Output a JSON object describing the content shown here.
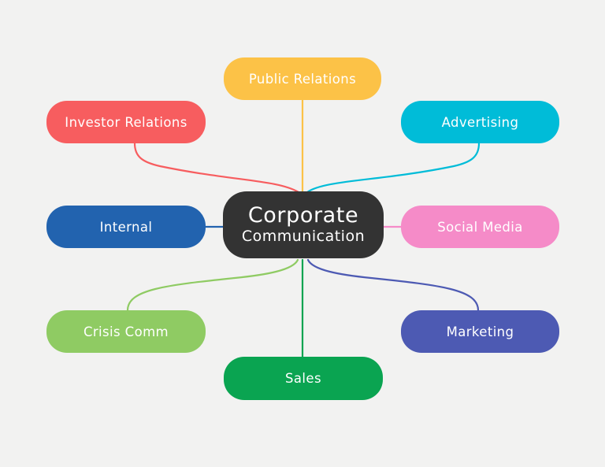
{
  "background_color": "#f2f2f1",
  "center": {
    "line1": "Corporate",
    "line2": "Communication",
    "color": "#333333",
    "text_color": "#ffffff"
  },
  "nodes": [
    {
      "id": "public-relations",
      "label": "Public Relations",
      "color": "#fcc247",
      "position": "top-center"
    },
    {
      "id": "investor-relations",
      "label": "Investor Relations",
      "color": "#f75d5f",
      "position": "top-left"
    },
    {
      "id": "advertising",
      "label": "Advertising",
      "color": "#00bcd8",
      "position": "top-right"
    },
    {
      "id": "internal",
      "label": "Internal",
      "color": "#2263af",
      "position": "middle-left"
    },
    {
      "id": "social-media",
      "label": "Social Media",
      "color": "#f58bc8",
      "position": "middle-right"
    },
    {
      "id": "crisis-comm",
      "label": "Crisis Comm",
      "color": "#8fcb63",
      "position": "bottom-left"
    },
    {
      "id": "marketing",
      "label": "Marketing",
      "color": "#4d5ab3",
      "position": "bottom-right"
    },
    {
      "id": "sales",
      "label": "Sales",
      "color": "#0aa451",
      "position": "bottom-center"
    }
  ],
  "connections": [
    {
      "from": "center",
      "to": "public-relations"
    },
    {
      "from": "center",
      "to": "investor-relations"
    },
    {
      "from": "center",
      "to": "advertising"
    },
    {
      "from": "center",
      "to": "internal"
    },
    {
      "from": "center",
      "to": "social-media"
    },
    {
      "from": "center",
      "to": "crisis-comm"
    },
    {
      "from": "center",
      "to": "marketing"
    },
    {
      "from": "center",
      "to": "sales"
    }
  ]
}
